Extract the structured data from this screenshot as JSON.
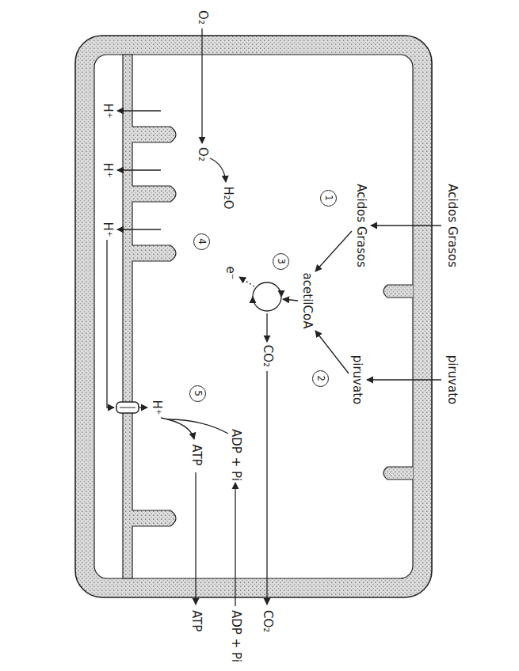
{
  "diagram": {
    "nodes": [
      {
        "text": [
          "1"
        ]
      },
      {
        "text": [
          "2"
        ]
      },
      {
        "text": [
          "3"
        ]
      },
      {
        "text": [
          "4"
        ]
      },
      {
        "text": [
          "5"
        ]
      }
    ],
    "labels": [
      "Acidos Grasos",
      "piruvato",
      "Acidos Grasos",
      "piruvato",
      "acetilCoA",
      "CO₂",
      "e⁻",
      "O₂",
      "O₂",
      "H₂O",
      "H⁺",
      "H⁺",
      "H⁺",
      "H⁺",
      "ADP + Pi",
      "ATP",
      "CO₂",
      "ADP + Pi",
      "ATP"
    ]
  }
}
